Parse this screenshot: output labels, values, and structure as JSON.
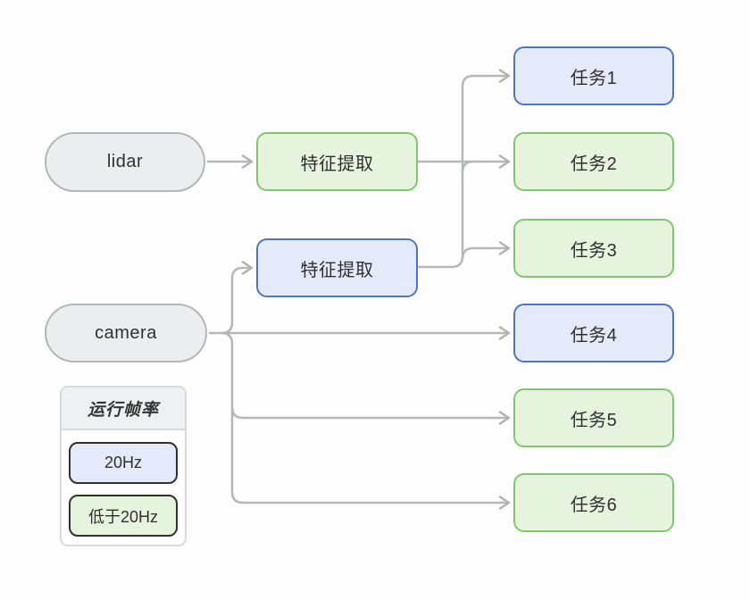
{
  "diagram": {
    "sources": [
      {
        "id": "lidar",
        "label": "lidar"
      },
      {
        "id": "camera",
        "label": "camera"
      }
    ],
    "extractors": [
      {
        "id": "feature-extraction-lidar",
        "label": "特征提取",
        "rate": "below-20hz"
      },
      {
        "id": "feature-extraction-camera",
        "label": "特征提取",
        "rate": "20hz"
      }
    ],
    "tasks": [
      {
        "label": "任务1",
        "rate": "20hz"
      },
      {
        "label": "任务2",
        "rate": "below-20hz"
      },
      {
        "label": "任务3",
        "rate": "below-20hz"
      },
      {
        "label": "任务4",
        "rate": "20hz"
      },
      {
        "label": "任务5",
        "rate": "below-20hz"
      },
      {
        "label": "任务6",
        "rate": "below-20hz"
      }
    ],
    "edges": [
      {
        "from": "lidar",
        "to": "feature-extraction-lidar"
      },
      {
        "from": "feature-extraction-lidar",
        "to": "任务2"
      },
      {
        "from": "feature-extraction-camera",
        "to": "任务1"
      },
      {
        "from": "feature-extraction-camera",
        "to": "任务2"
      },
      {
        "from": "feature-extraction-camera",
        "to": "任务3"
      },
      {
        "from": "camera",
        "to": "feature-extraction-camera"
      },
      {
        "from": "camera",
        "to": "任务4"
      },
      {
        "from": "camera",
        "to": "任务5"
      },
      {
        "from": "camera",
        "to": "任务6"
      }
    ]
  },
  "legend": {
    "title": "运行帧率",
    "items": [
      {
        "label": "20Hz",
        "rate": "20hz"
      },
      {
        "label": "低于20Hz",
        "rate": "below-20hz"
      }
    ]
  },
  "colors": {
    "rate_20hz_border": "#4d74ca",
    "rate_20hz_fill": "#e4eafa",
    "rate_below_20hz_border": "#7cc96d",
    "rate_below_20hz_fill": "#e6f3dd",
    "neutral_border": "#b4b6b8",
    "neutral_fill": "#ecedef",
    "arrow": "#b3b5b7",
    "legend_header_fill": "#eef0f2",
    "legend_border": "#d7d9db"
  }
}
